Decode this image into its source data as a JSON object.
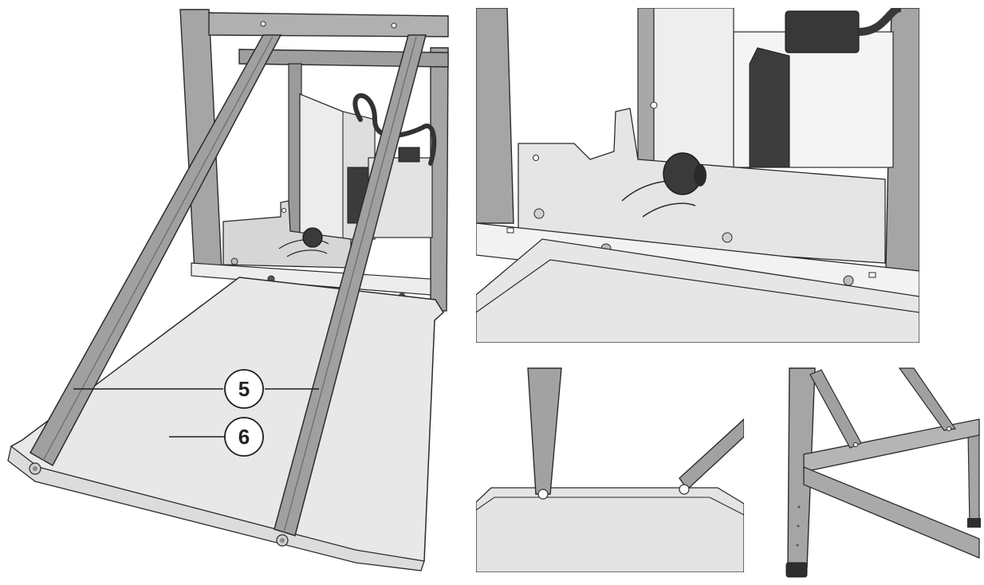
{
  "figure": {
    "callouts": [
      {
        "id": "callout-5",
        "label": "5"
      },
      {
        "id": "callout-6",
        "label": "6"
      }
    ]
  },
  "colors": {
    "steel": "#a3a3a3",
    "steel_dark": "#7f7f7f",
    "panel": "#e9e9e9",
    "panel_light": "#f2f2f2",
    "rubber": "#3a3a3a",
    "line": "#2b2b2b"
  }
}
